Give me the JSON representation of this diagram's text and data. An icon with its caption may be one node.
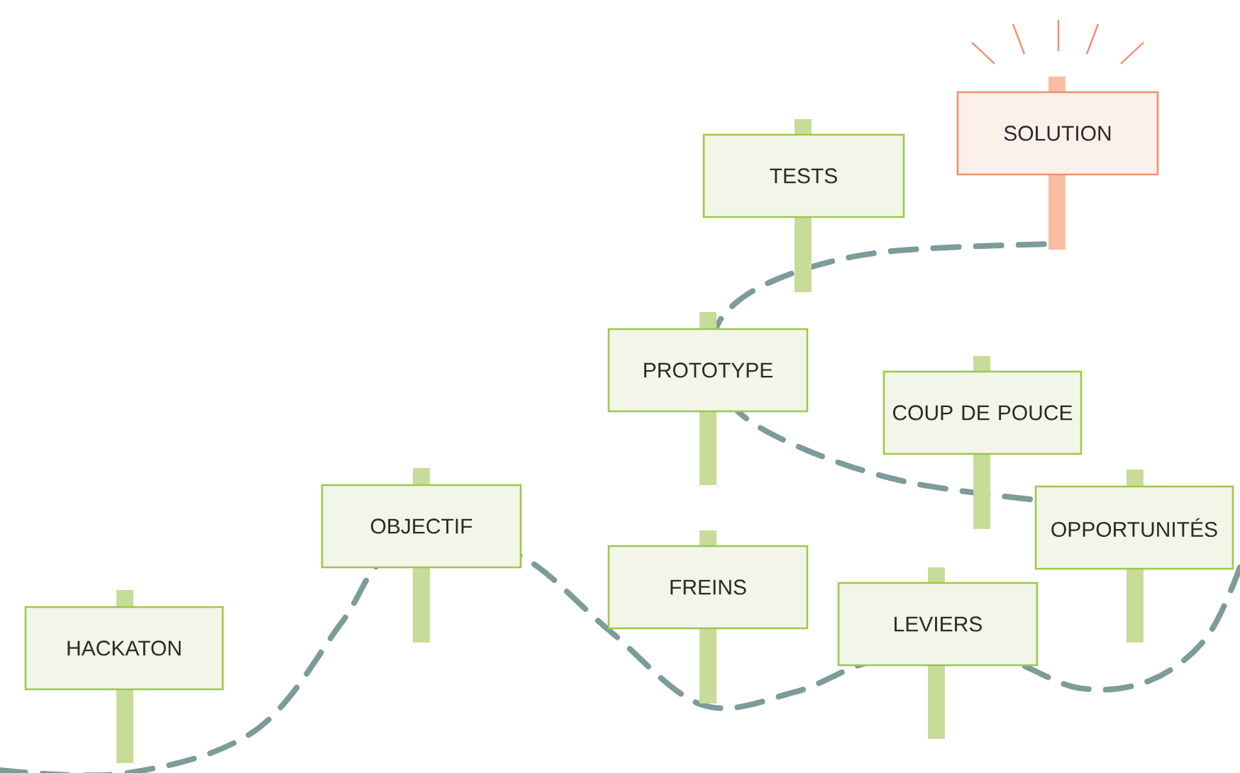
{
  "diagram": {
    "nodes": [
      {
        "text": [
          "HACKATON"
        ]
      },
      {
        "text": [
          "OBJECTIF"
        ]
      },
      {
        "text": [
          "FREINS"
        ]
      },
      {
        "text": [
          "LEVIERS"
        ]
      },
      {
        "text": [
          "OPPORTUNITÉS"
        ]
      },
      {
        "text": [
          "COUP DE POUCE"
        ]
      },
      {
        "text": [
          "PROTOTYPE"
        ]
      },
      {
        "text": [
          "TESTS"
        ]
      },
      {
        "text": [
          "SOLUTION"
        ]
      }
    ]
  }
}
